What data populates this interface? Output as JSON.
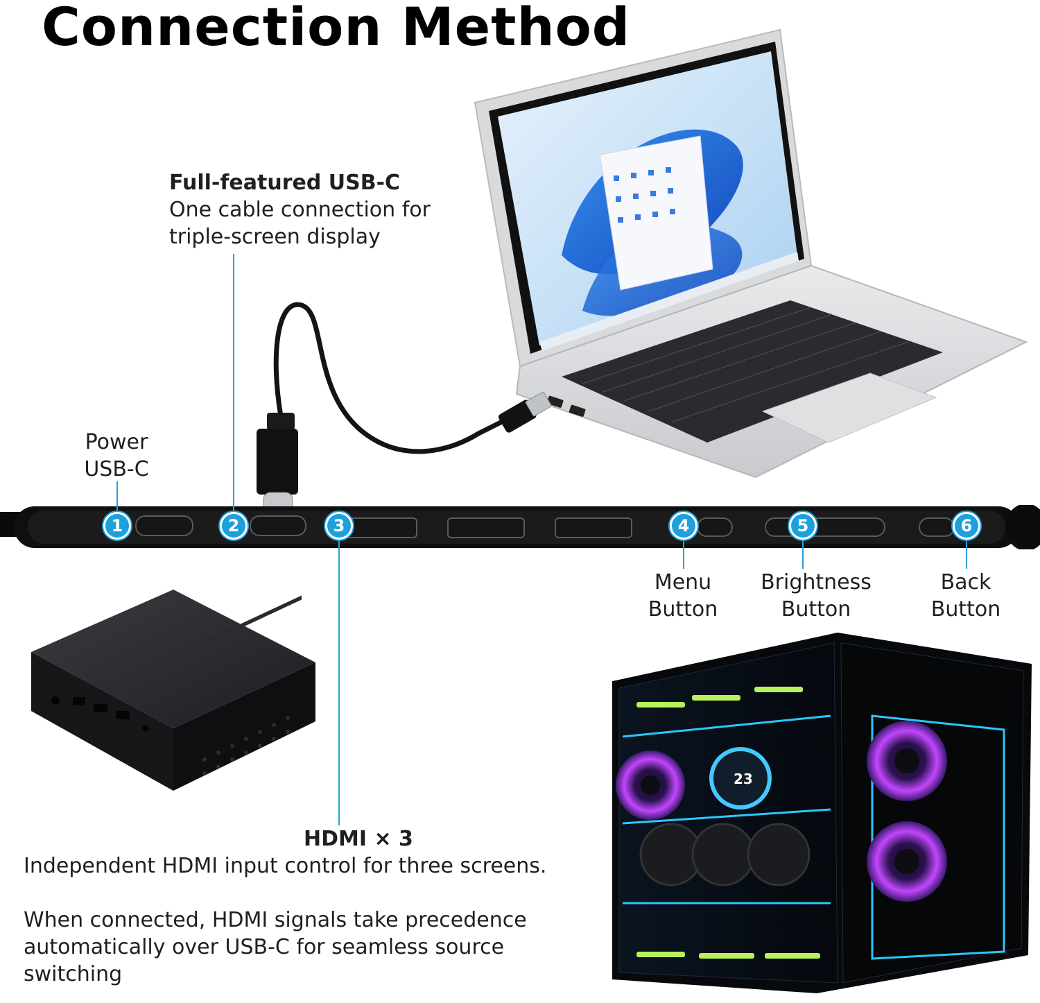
{
  "title": "Connection Method",
  "callouts": {
    "power": {
      "number": "1",
      "line1": "Power",
      "line2": "USB-C"
    },
    "usbc": {
      "number": "2",
      "heading": "Full-featured USB-C",
      "line1": "One cable connection for",
      "line2": "triple-screen display"
    },
    "hdmi": {
      "number": "3",
      "heading": "HDMI × 3",
      "line1": "Independent HDMI input control for three screens.",
      "line2": "When connected, HDMI signals take precedence",
      "line3": "automatically over USB-C for seamless source",
      "line4": "switching"
    },
    "menu": {
      "number": "4",
      "line1": "Menu",
      "line2": "Button"
    },
    "brightness": {
      "number": "5",
      "line1": "Brightness",
      "line2": "Button"
    },
    "back": {
      "number": "6",
      "line1": "Back",
      "line2": "Button"
    }
  },
  "colors": {
    "accent": "#1ea0dc",
    "line": "#2a9fd6",
    "device_body": "#111111"
  },
  "icons": [
    "laptop-illustration",
    "usb-cable-illustration",
    "mini-pc-illustration",
    "gaming-pc-illustration",
    "monitor-edge-bar"
  ]
}
